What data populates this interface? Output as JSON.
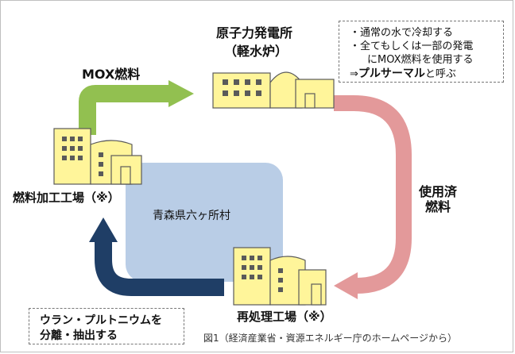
{
  "labels": {
    "npp_title": "原子力発電所",
    "npp_subtitle": "（軽水炉）",
    "mox": "MOX燃料",
    "fuel_plant": "燃料加工工場（※）",
    "region": "青森県六ヶ所村",
    "spent_line1": "使用済",
    "spent_line2": "燃料",
    "reprocess_plant": "再処理工場（※）",
    "caption": "図1（経済産業省・資源エネルギー庁のホームページから）"
  },
  "note_top": {
    "line1": "・通常の水で冷却する",
    "line2": "・全てもしくは一部の発電",
    "line3": "にMOX燃料を使用する",
    "line4_prefix": "⇒",
    "line4_bold": "プルサーマル",
    "line4_suffix": "と呼ぶ"
  },
  "note_bottom": {
    "line1": "ウラン・プルトニウムを",
    "line2": "分離・抽出する"
  },
  "colors": {
    "building_fill": "#fff59a",
    "building_stroke": "#5a5a5a",
    "region_fill": "#b9cde6",
    "arrow_green": "#92c050",
    "arrow_pink": "#e3999a",
    "arrow_navy": "#1f3e66"
  },
  "icons": [
    "nuclear-plant-icon",
    "fuel-plant-icon",
    "reprocessing-plant-icon"
  ]
}
